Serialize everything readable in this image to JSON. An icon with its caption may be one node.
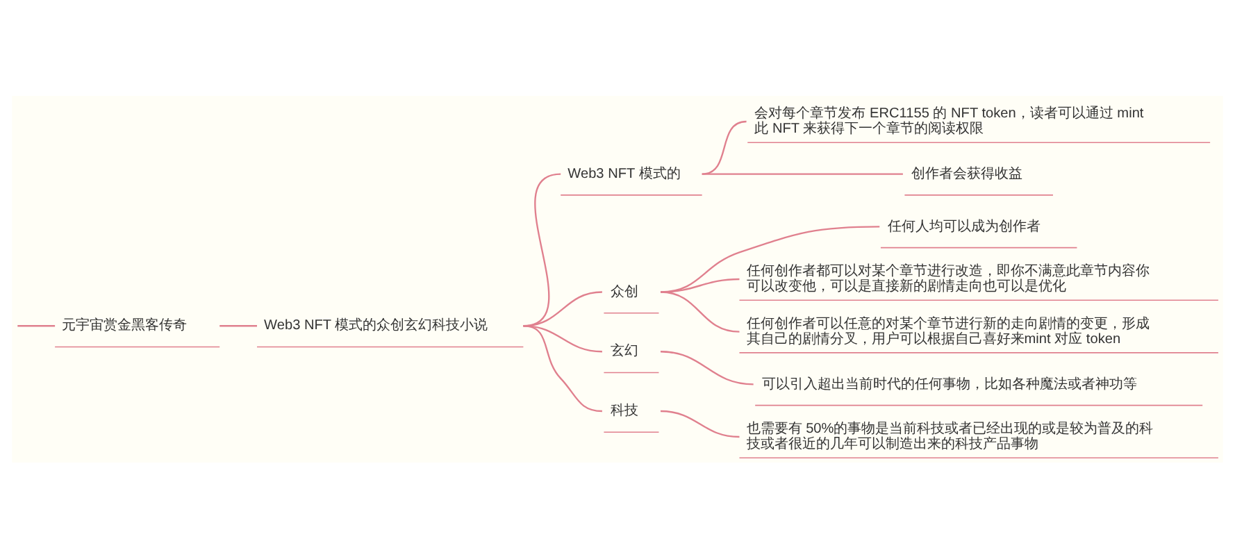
{
  "diagram": {
    "nodes": [
      {
        "text": [
          "元宇宙赏金黑客传奇"
        ]
      },
      {
        "text": [
          "Web3 NFT 模式的众创玄幻科技小说"
        ]
      },
      {
        "text": [
          "Web3 NFT 模式的"
        ]
      },
      {
        "text": [
          "会对每个章节发布 ERC1155 的 NFT token，读者可以通过 mint 此 NFT 来获得下一个章节的阅读权限"
        ]
      },
      {
        "text": [
          "创作者会获得收益"
        ]
      },
      {
        "text": [
          "众创"
        ]
      },
      {
        "text": [
          "任何人均可以成为创作者"
        ]
      },
      {
        "text": [
          "任何创作者都可以对某个章节进行改造，即你不满意此章节内容你可以改变他，可以是直接新的剧情走向也可以是优化"
        ]
      },
      {
        "text": [
          "任何创作者可以任意的对某个章节进行新的走向剧情的变更，形成其自己的剧情分叉，用户可以根据自己喜好来mint 对应 token"
        ]
      },
      {
        "text": [
          "玄幻"
        ]
      },
      {
        "text": [
          "可以引入超出当前时代的任何事物，比如各种魔法或者神功等"
        ]
      },
      {
        "text": [
          "科技"
        ]
      },
      {
        "text": [
          "也需要有 50%的事物是当前科技或者已经出现的或是较为普及的科技或者很近的几年可以制造出来的科技产品事物"
        ]
      }
    ],
    "edges": [
      {
        "from": null,
        "to": 0,
        "arrow": "none"
      },
      {
        "from": 0,
        "to": 1,
        "arrow": "none"
      },
      {
        "from": 1,
        "to": 2,
        "arrow": "none"
      },
      {
        "from": 2,
        "to": 3,
        "arrow": "none"
      },
      {
        "from": 2,
        "to": 4,
        "arrow": "none"
      },
      {
        "from": 1,
        "to": 5,
        "arrow": "none"
      },
      {
        "from": 5,
        "to": 6,
        "arrow": "none"
      },
      {
        "from": 5,
        "to": 7,
        "arrow": "none"
      },
      {
        "from": 5,
        "to": 8,
        "arrow": "none"
      },
      {
        "from": 1,
        "to": 9,
        "arrow": "none"
      },
      {
        "from": 9,
        "to": 10,
        "arrow": "none"
      },
      {
        "from": 1,
        "to": 11,
        "arrow": "none"
      },
      {
        "from": 11,
        "to": 12,
        "arrow": "none"
      }
    ]
  }
}
